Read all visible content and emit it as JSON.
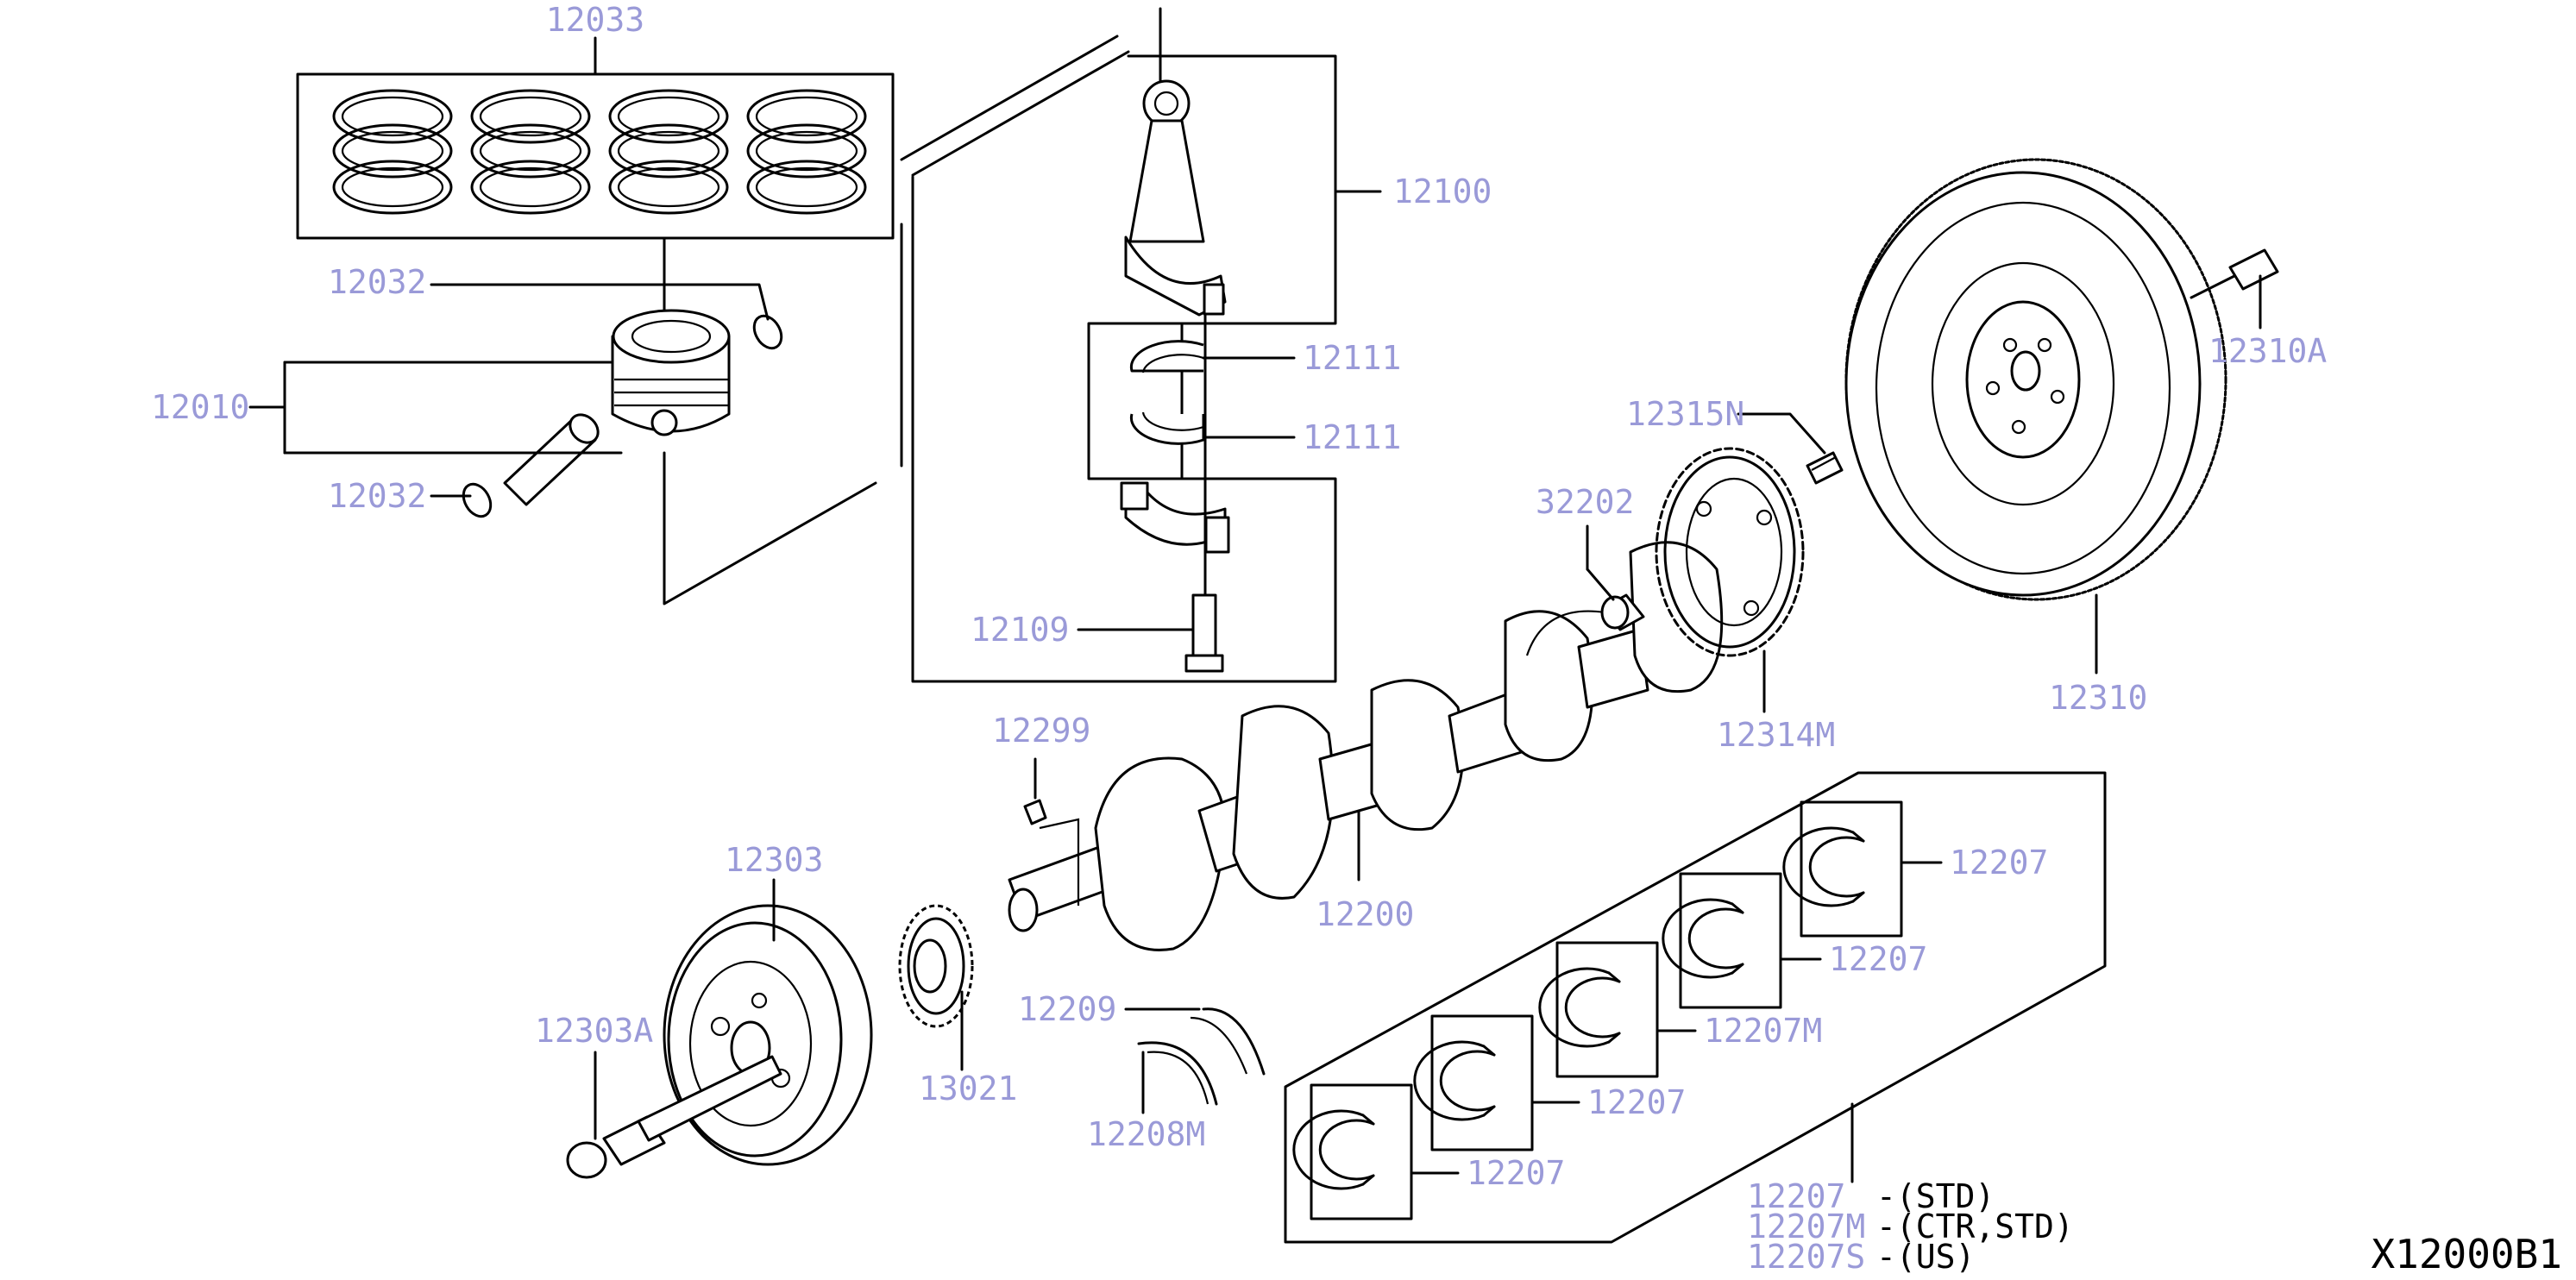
{
  "colors": {
    "callout": "#9a9ad8",
    "line": "#000000",
    "background": "#ffffff"
  },
  "diagram_code": "X12000B1",
  "parts": {
    "p12033": "12033",
    "p12032_top": "12032",
    "p12010": "12010",
    "p12032_bottom": "12032",
    "p12100": "12100",
    "p12111_a": "12111",
    "p12111_b": "12111",
    "p12109": "12109",
    "p12299": "12299",
    "p12303": "12303",
    "p12303A": "12303A",
    "p13021": "13021",
    "p12209": "12209",
    "p12208M": "12208M",
    "p12200": "12200",
    "p32202": "32202",
    "p12315N": "12315N",
    "p12314M": "12314M",
    "p12310": "12310",
    "p12310A": "12310A",
    "p12207_1": "12207",
    "p12207_2": "12207",
    "p12207M": "12207M",
    "p12207_3": "12207",
    "p12207_4": "12207"
  },
  "legend": [
    {
      "part": "12207",
      "note": "-(STD)"
    },
    {
      "part": "12207M",
      "note": "-(CTR,STD)"
    },
    {
      "part": "12207S",
      "note": "-(US)"
    }
  ]
}
